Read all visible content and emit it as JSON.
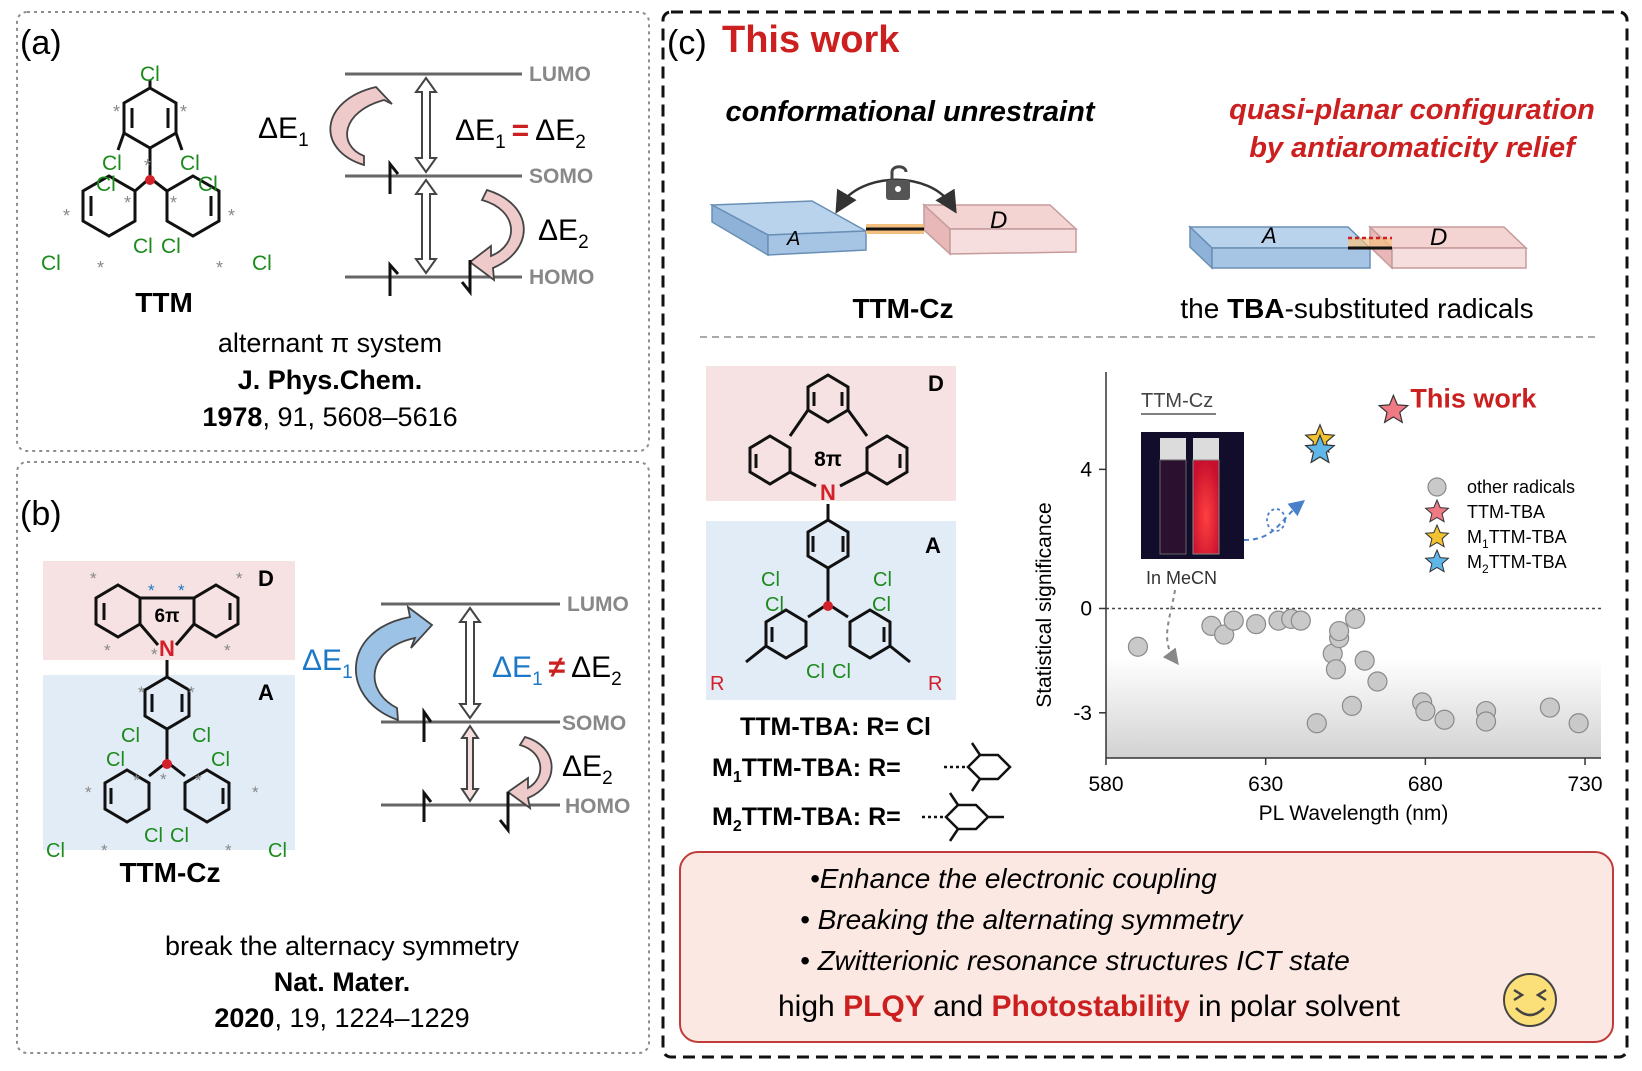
{
  "panel_a": {
    "label": "(a)",
    "cl": "Cl",
    "molecule_name": "TTM",
    "levels": {
      "lumo": "LUMO",
      "somo": "SOMO",
      "homo": "HOMO"
    },
    "de1": "ΔE",
    "de2": "ΔE",
    "sub1": "1",
    "sub2": "2",
    "equality_eq": "=",
    "caption": "alternant π system",
    "journal": "J. Phys.Chem.",
    "year": "1978",
    "citation_rest": ", 91, 5608–5616"
  },
  "panel_b": {
    "label": "(b)",
    "cl": "Cl",
    "n": "N",
    "ring_label": "6π",
    "donor": "D",
    "acceptor": "A",
    "molecule_name": "TTM-Cz",
    "levels": {
      "lumo": "LUMO",
      "somo": "SOMO",
      "homo": "HOMO"
    },
    "de1": "ΔE",
    "de2": "ΔE",
    "sub1": "1",
    "sub2": "2",
    "inequality_neq": "≠",
    "caption": "break the alternacy symmetry",
    "journal": "Nat. Mater.",
    "year": "2020",
    "citation_rest": ", 19, 1224–1229"
  },
  "panel_c": {
    "label": "(c)",
    "title": "This work",
    "left_heading": "conformational unrestraint",
    "right_heading_line1": "quasi-planar configuration",
    "right_heading_line2": "by antiaromaticity relief",
    "block_a": "A",
    "block_d": "D",
    "left_caption": "TTM-Cz",
    "right_caption_pre": "the ",
    "right_caption_bold": "TBA",
    "right_caption_post": "-substituted radicals",
    "structure": {
      "donor": "D",
      "acceptor": "A",
      "n": "N",
      "ring_label": "8π",
      "cl": "Cl",
      "r": "R"
    },
    "variants": [
      {
        "pre": "TTM-TBA: R= Cl",
        "sub": "",
        "post": ""
      },
      {
        "pre": "M",
        "sub": "1",
        "post": "TTM-TBA: R="
      },
      {
        "pre": "M",
        "sub": "2",
        "post": "TTM-TBA: R="
      }
    ],
    "photo": {
      "top_label": "TTM-Cz",
      "bottom_label": "In MeCN"
    },
    "bullets": [
      "•Enhance the electronic coupling",
      "• Breaking the alternating symmetry",
      "• Zwitterionic resonance structures ICT state"
    ],
    "summary": {
      "pre": "high ",
      "plqy": "PLQY",
      "mid": " and ",
      "photo": "Photostability",
      "post": " in polar solvent"
    }
  },
  "chart_data": {
    "type": "scatter",
    "xlabel": "PL Wavelength (nm)",
    "ylabel": "Statistical significance",
    "xlim": [
      580,
      735
    ],
    "ylim": [
      -4.3,
      6.8
    ],
    "xticks": [
      580,
      630,
      680,
      730
    ],
    "yticks": [
      4,
      0,
      -3
    ],
    "xtick_labels": [
      "580",
      "630",
      "680",
      "730"
    ],
    "ytick_labels": [
      "4",
      "0",
      "-3"
    ],
    "reference_line_y": 0,
    "grid": false,
    "legend_position": "right",
    "annotation": "This work",
    "series": [
      {
        "name": "other radicals",
        "marker": "circle",
        "color": "#c9c9c9",
        "points": [
          [
            590,
            -1.1
          ],
          [
            613,
            -0.5
          ],
          [
            617,
            -0.75
          ],
          [
            620,
            -0.35
          ],
          [
            627,
            -0.45
          ],
          [
            634,
            -0.35
          ],
          [
            638,
            -0.3
          ],
          [
            641,
            -0.35
          ],
          [
            646,
            -3.3
          ],
          [
            651,
            -1.3
          ],
          [
            652,
            -1.75
          ],
          [
            653,
            -0.85
          ],
          [
            653,
            -0.65
          ],
          [
            657,
            -2.8
          ],
          [
            658,
            -0.3
          ],
          [
            661,
            -1.5
          ],
          [
            665,
            -2.1
          ],
          [
            679,
            -2.7
          ],
          [
            680,
            -2.95
          ],
          [
            686,
            -3.2
          ],
          [
            699,
            -2.95
          ],
          [
            699,
            -3.25
          ],
          [
            719,
            -2.85
          ],
          [
            728,
            -3.3
          ]
        ]
      },
      {
        "name": "TTM-TBA",
        "marker": "star",
        "color": "#f07a84",
        "points": [
          [
            670,
            5.7
          ]
        ]
      },
      {
        "name": "M1TTM-TBA",
        "marker": "star",
        "color": "#f2c230",
        "points": [
          [
            647,
            4.85
          ]
        ]
      },
      {
        "name": "M2TTM-TBA",
        "marker": "star",
        "color": "#5fb7e8",
        "points": [
          [
            647,
            4.55
          ]
        ]
      }
    ],
    "legend": [
      {
        "pre": "other radicals",
        "sub": "",
        "post": ""
      },
      {
        "pre": "TTM-TBA",
        "sub": "",
        "post": ""
      },
      {
        "pre": "M",
        "sub": "1",
        "post": "TTM-TBA"
      },
      {
        "pre": "M",
        "sub": "2",
        "post": "TTM-TBA"
      }
    ]
  },
  "colors": {
    "accent_red": "#cc1f1f",
    "cl_green": "#1c8a1c",
    "blue_text": "#1d78c8",
    "donor_bg": "#f6e2e2",
    "acceptor_bg": "#e2ecf6",
    "bottom_box_bg": "#fbe8e2",
    "bottom_box_border": "#c23b3b"
  },
  "icons": [
    "lock-icon",
    "emoji-icon"
  ]
}
